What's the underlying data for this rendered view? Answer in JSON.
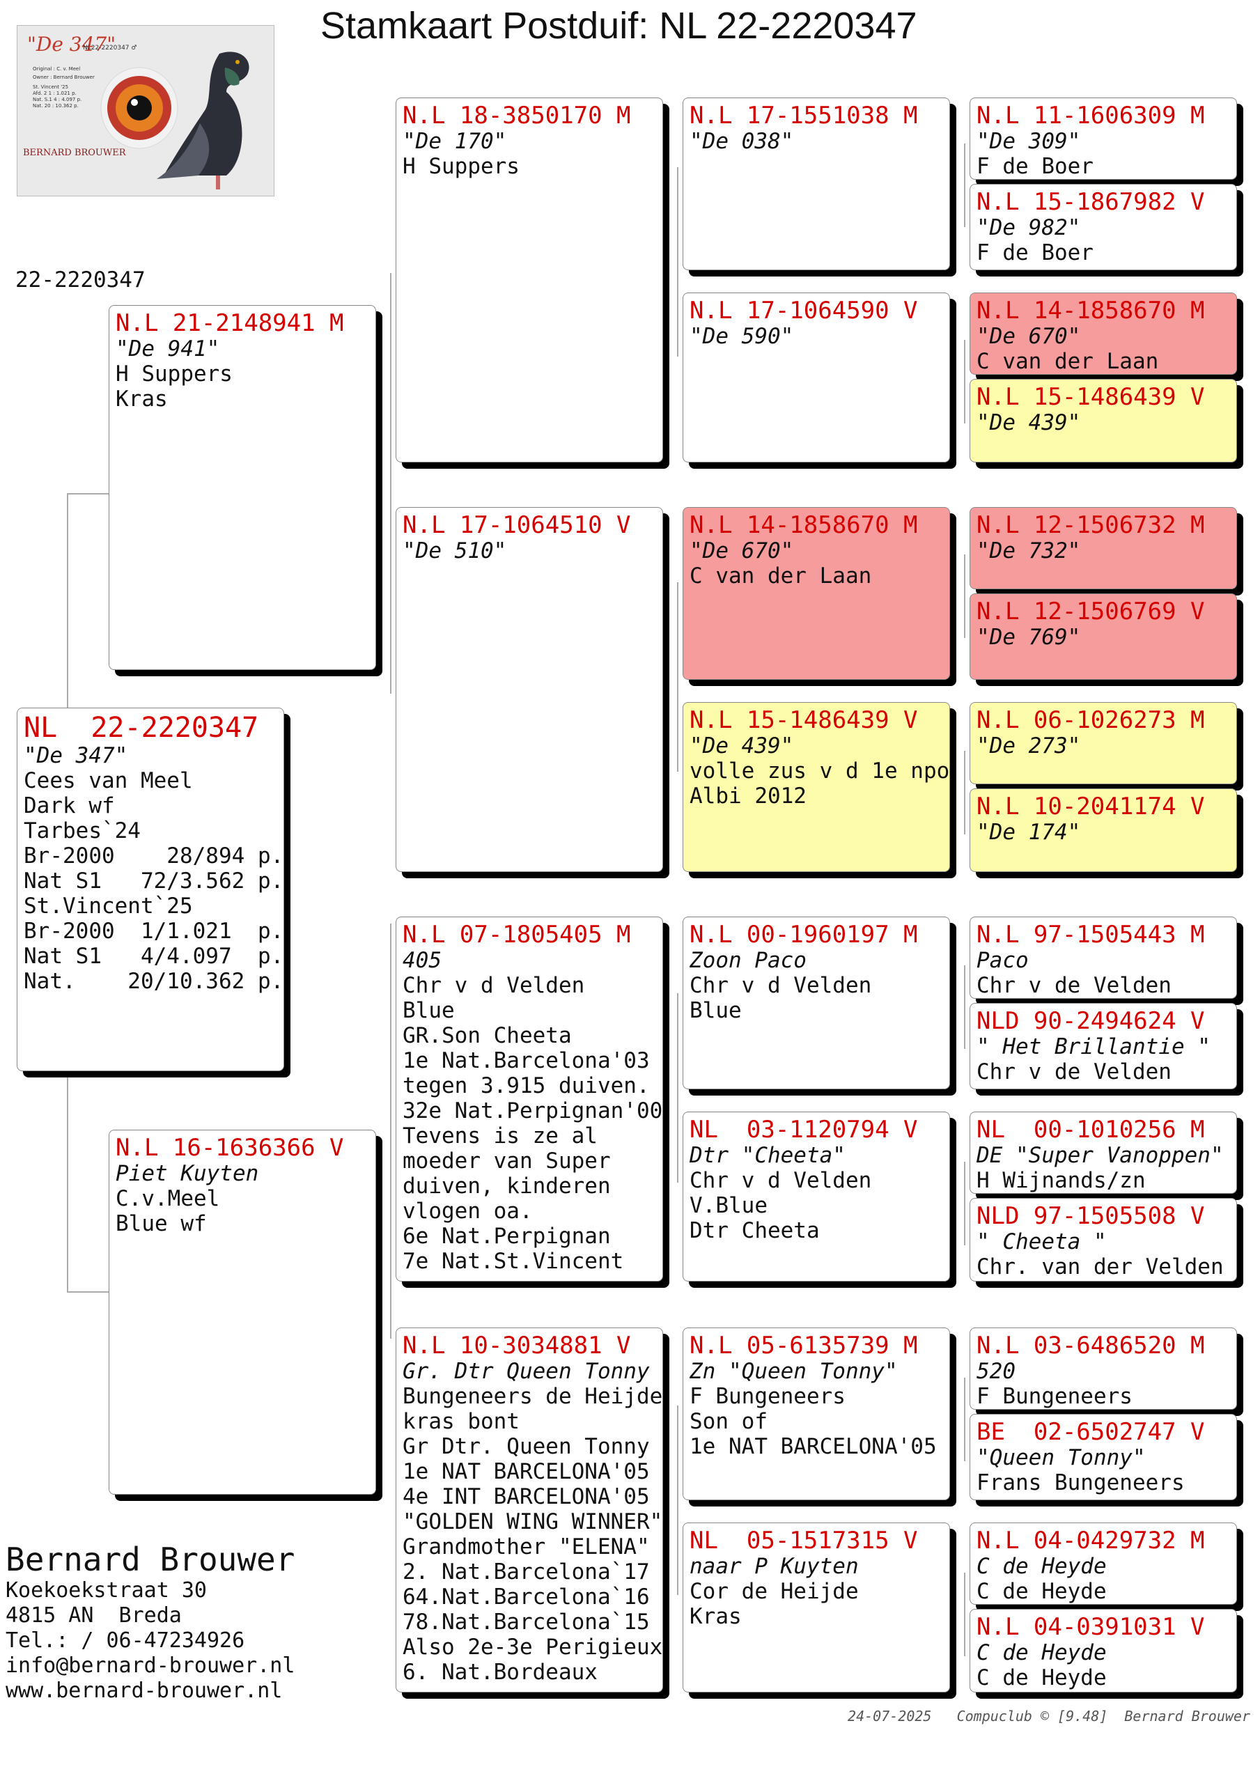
{
  "title": "Stamkaart Postduif: NL  22-2220347",
  "photo": {
    "caption": "\"De 347\"",
    "ring": "NL22-2220347 ♂",
    "info": [
      "Original : C. v. Meel",
      "Owner : Bernard Brouwer",
      "St. Vincent '25",
      "Afd. 2  1 : 1.021 p.",
      "Nat. S.1 4 : 4.097 p.",
      "Nat.  20 : 10.362 p."
    ],
    "brand": "BERNARD BROUWER"
  },
  "subject_label": "22-2220347",
  "cards": {
    "subject": {
      "ring": "NL  22-2220347",
      "lines": [
        {
          "t": "\"De 347\"",
          "s": "nick"
        },
        {
          "t": "Cees van Meel"
        },
        {
          "t": "Dark wf"
        },
        {
          "t": ""
        },
        {
          "t": "Tarbes`24"
        },
        {
          "t": "Br-2000    28/894 p."
        },
        {
          "t": "Nat S1   72/3.562 p."
        },
        {
          "t": ""
        },
        {
          "t": "St.Vincent`25"
        },
        {
          "t": "Br-2000  1/1.021  p."
        },
        {
          "t": "Nat S1   4/4.097  p."
        },
        {
          "t": "Nat.    20/10.362 p."
        }
      ]
    },
    "father": {
      "ring": "N.L 21-2148941 M",
      "lines": [
        {
          "t": "\"De 941\"",
          "s": "nick"
        },
        {
          "t": "H Suppers"
        },
        {
          "t": "Kras"
        }
      ]
    },
    "mother": {
      "ring": "N.L 16-1636366 V",
      "lines": [
        {
          "t": "Piet Kuyten",
          "s": "nick"
        },
        {
          "t": "C.v.Meel"
        },
        {
          "t": "Blue wf"
        }
      ]
    },
    "ff": {
      "ring": "N.L 18-3850170 M",
      "lines": [
        {
          "t": "\"De 170\"",
          "s": "nick"
        },
        {
          "t": "H Suppers"
        }
      ]
    },
    "fm": {
      "ring": "N.L 17-1064510 V",
      "lines": [
        {
          "t": "\"De 510\"",
          "s": "nick"
        }
      ]
    },
    "mf": {
      "ring": "N.L 07-1805405 M",
      "lines": [
        {
          "t": "405",
          "s": "nick"
        },
        {
          "t": "Chr v d Velden"
        },
        {
          "t": "Blue"
        },
        {
          "t": "GR.Son Cheeta"
        },
        {
          "t": "1e Nat.Barcelona'03"
        },
        {
          "t": "tegen 3.915 duiven."
        },
        {
          "t": "32e Nat.Perpignan'00"
        },
        {
          "t": "Tevens is ze al"
        },
        {
          "t": "moeder van Super"
        },
        {
          "t": "duiven, kinderen"
        },
        {
          "t": "vlogen oa."
        },
        {
          "t": "6e Nat.Perpignan"
        },
        {
          "t": "7e Nat.St.Vincent"
        }
      ]
    },
    "mm": {
      "ring": "N.L 10-3034881 V",
      "lines": [
        {
          "t": "Gr. Dtr Queen Tonny",
          "s": "nick"
        },
        {
          "t": "Bungeneers de Heijde"
        },
        {
          "t": "kras bont"
        },
        {
          "t": "Gr Dtr. Queen Tonny"
        },
        {
          "t": "1e NAT BARCELONA'05"
        },
        {
          "t": "4e INT BARCELONA'05"
        },
        {
          "t": "\"GOLDEN WING WINNER\""
        },
        {
          "t": "Grandmother \"ELENA\""
        },
        {
          "t": "2. Nat.Barcelona`17"
        },
        {
          "t": "64.Nat.Barcelona`16"
        },
        {
          "t": "78.Nat.Barcelona`15"
        },
        {
          "t": "Also 2e-3e Perigieux"
        },
        {
          "t": "6. Nat.Bordeaux"
        }
      ]
    },
    "fff": {
      "ring": "N.L 17-1551038 M",
      "lines": [
        {
          "t": "\"De 038\"",
          "s": "nick"
        }
      ]
    },
    "ffm": {
      "ring": "N.L 17-1064590 V",
      "lines": [
        {
          "t": "\"De 590\"",
          "s": "nick"
        }
      ]
    },
    "fmf": {
      "ring": "N.L 14-1858670 M",
      "lines": [
        {
          "t": "\"De 670\"",
          "s": "nick"
        },
        {
          "t": "C van der Laan"
        }
      ]
    },
    "fmm": {
      "ring": "N.L 15-1486439 V",
      "lines": [
        {
          "t": "\"De 439\"",
          "s": "nick"
        },
        {
          "t": ""
        },
        {
          "t": ""
        },
        {
          "t": "volle zus v d 1e npo"
        },
        {
          "t": "Albi 2012"
        }
      ]
    },
    "mff": {
      "ring": "N.L 00-1960197 M",
      "lines": [
        {
          "t": "Zoon Paco",
          "s": "nick"
        },
        {
          "t": "Chr v d Velden"
        },
        {
          "t": "Blue"
        }
      ]
    },
    "mfm": {
      "ring": "NL  03-1120794 V",
      "lines": [
        {
          "t": "Dtr \"Cheeta\"",
          "s": "nick"
        },
        {
          "t": "Chr v d Velden"
        },
        {
          "t": "V.Blue"
        },
        {
          "t": "Dtr Cheeta"
        }
      ]
    },
    "mmf": {
      "ring": "N.L 05-6135739 M",
      "lines": [
        {
          "t": "Zn \"Queen Tonny\"",
          "s": "nick"
        },
        {
          "t": "F Bungeneers"
        },
        {
          "t": ""
        },
        {
          "t": "Son of"
        },
        {
          "t": "1e NAT BARCELONA'05"
        }
      ]
    },
    "mmm": {
      "ring": "NL  05-1517315 V",
      "lines": [
        {
          "t": "naar P Kuyten",
          "s": "nick"
        },
        {
          "t": "Cor de Heijde"
        },
        {
          "t": "Kras"
        }
      ]
    },
    "g1": {
      "ring": "N.L 11-1606309 M",
      "lines": [
        {
          "t": "\"De 309\"",
          "s": "nick"
        },
        {
          "t": "F de Boer"
        }
      ]
    },
    "g2": {
      "ring": "N.L 15-1867982 V",
      "lines": [
        {
          "t": "\"De 982\"",
          "s": "nick"
        },
        {
          "t": "F de Boer"
        }
      ]
    },
    "g3": {
      "ring": "N.L 14-1858670 M",
      "lines": [
        {
          "t": "\"De 670\"",
          "s": "nick"
        },
        {
          "t": "C van der Laan"
        }
      ]
    },
    "g4": {
      "ring": "N.L 15-1486439 V",
      "lines": [
        {
          "t": "\"De 439\"",
          "s": "nick"
        }
      ]
    },
    "g5": {
      "ring": "N.L 12-1506732 M",
      "lines": [
        {
          "t": "\"De 732\"",
          "s": "nick"
        }
      ]
    },
    "g6": {
      "ring": "N.L 12-1506769 V",
      "lines": [
        {
          "t": "\"De 769\"",
          "s": "nick"
        }
      ]
    },
    "g7": {
      "ring": "N.L 06-1026273 M",
      "lines": [
        {
          "t": "\"De 273\"",
          "s": "nick"
        }
      ]
    },
    "g8": {
      "ring": "N.L 10-2041174 V",
      "lines": [
        {
          "t": "\"De 174\"",
          "s": "nick"
        }
      ]
    },
    "g9": {
      "ring": "N.L 97-1505443 M",
      "lines": [
        {
          "t": "Paco",
          "s": "nick"
        },
        {
          "t": "Chr v de Velden"
        }
      ]
    },
    "g10": {
      "ring": "NLD 90-2494624 V",
      "lines": [
        {
          "t": "\" Het Brillantie \"",
          "s": "nick"
        },
        {
          "t": "Chr v de Velden"
        }
      ]
    },
    "g11": {
      "ring": "NL  00-1010256 M",
      "lines": [
        {
          "t": "DE \"Super Vanoppen\"",
          "s": "nick"
        },
        {
          "t": "H Wijnands/zn"
        }
      ]
    },
    "g12": {
      "ring": "NLD 97-1505508 V",
      "lines": [
        {
          "t": "\" Cheeta \"",
          "s": "nick"
        },
        {
          "t": "Chr. van der Velden"
        }
      ]
    },
    "g13": {
      "ring": "N.L 03-6486520 M",
      "lines": [
        {
          "t": "520",
          "s": "nick"
        },
        {
          "t": "F Bungeneers"
        }
      ]
    },
    "g14": {
      "ring": "BE  02-6502747 V",
      "lines": [
        {
          "t": "\"Queen Tonny\"",
          "s": "nick"
        },
        {
          "t": "Frans Bungeneers"
        }
      ]
    },
    "g15": {
      "ring": "N.L 04-0429732 M",
      "lines": [
        {
          "t": "C de Heyde",
          "s": "nick"
        },
        {
          "t": "C de Heyde"
        }
      ]
    },
    "g16": {
      "ring": "N.L 04-0391031 V",
      "lines": [
        {
          "t": "C de Heyde",
          "s": "nick"
        },
        {
          "t": "C de Heyde"
        }
      ]
    }
  },
  "address": {
    "name": "Bernard Brouwer",
    "lines": [
      "Koekoekstraat 30",
      "4815 AN  Breda",
      "Tel.: / 06-47234926",
      "info@bernard-brouwer.nl",
      "www.bernard-brouwer.nl"
    ]
  },
  "footer": "24-07-2025   Compuclub © [9.48]  Bernard Brouwer"
}
